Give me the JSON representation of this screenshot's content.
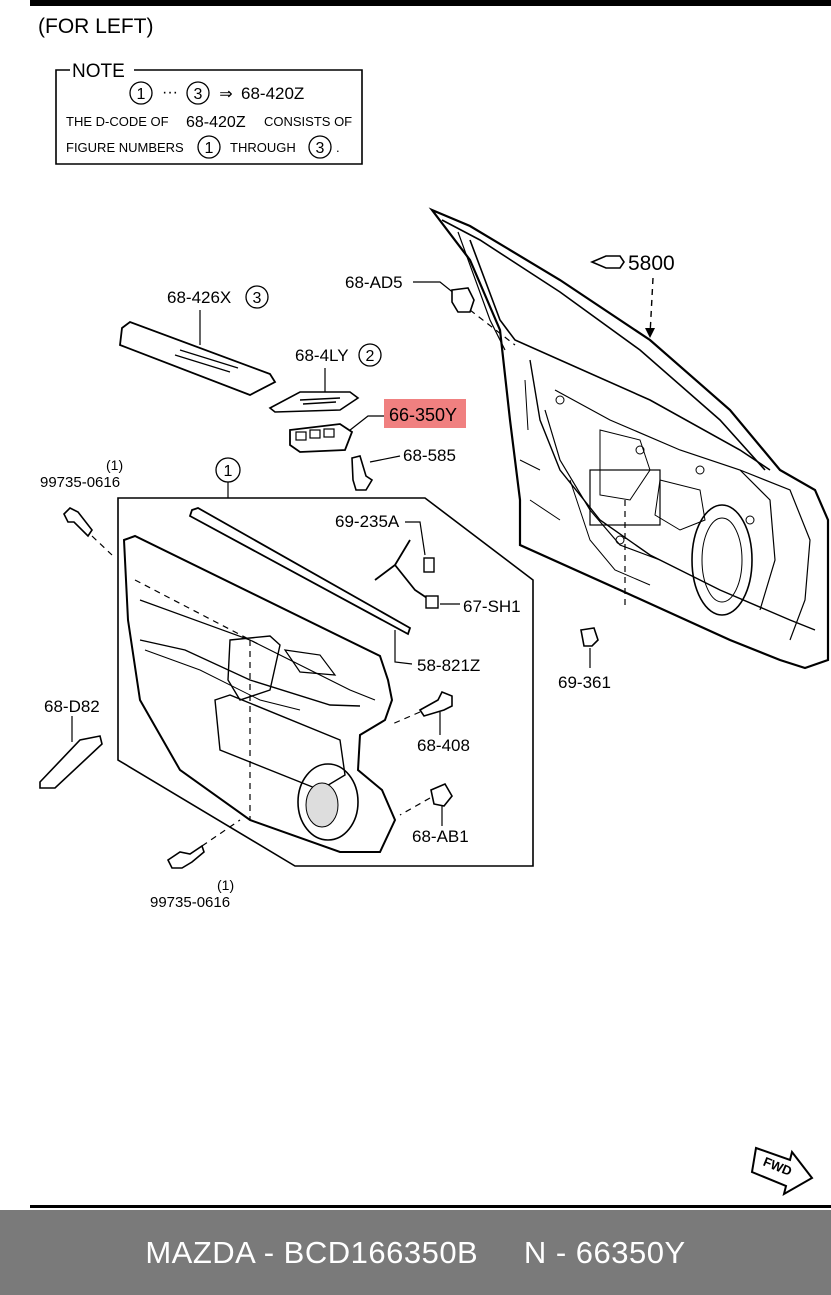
{
  "header": {
    "title": "(FOR LEFT)"
  },
  "note": {
    "heading": "NOTE",
    "range_start": "1",
    "range_sep": "···",
    "range_end": "3",
    "arrow": "⇒",
    "dcode": "68-420Z",
    "line2_prefix": "THE D-CODE OF",
    "line2_code": "68-420Z",
    "line2_suffix": "CONSISTS OF",
    "line3_prefix": "FIGURE NUMBERS",
    "line3_start": "1",
    "line3_mid": "THROUGH",
    "line3_end": "3",
    "line3_dot": "."
  },
  "labels": {
    "door_ref": "5800",
    "p68_ad5": "68-AD5",
    "p68_426x": "68-426X",
    "p68_426x_fig": "3",
    "p68_4ly": "68-4LY",
    "p68_4ly_fig": "2",
    "p66_350y": "66-350Y",
    "p68_585": "68-585",
    "p99735_top": "99735-0616",
    "p99735_top_qty": "(1)",
    "panel_fig": "1",
    "p69_235a": "69-235A",
    "p67_sh1": "67-SH1",
    "p58_821z": "58-821Z",
    "p69_361": "69-361",
    "p68_d82": "68-D82",
    "p68_408": "68-408",
    "p68_ab1": "68-AB1",
    "p99735_bot": "99735-0616",
    "p99735_bot_qty": "(1)",
    "fwd": "FWD"
  },
  "highlight_color": "#f08080",
  "footer": {
    "brand_part": "MAZDA - BCD166350B",
    "part_number": "N - 66350Y"
  }
}
